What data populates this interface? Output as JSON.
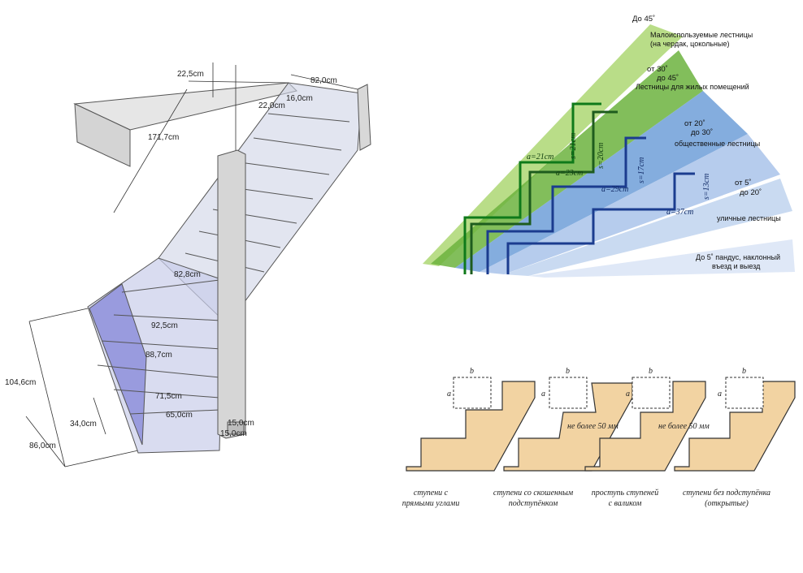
{
  "staircase": {
    "dimensions": {
      "top_offset": "22,5cm",
      "width_top": "82,0cm",
      "top_a": "22,0cm",
      "top_b": "16,0cm",
      "flight_length": "171,7cm",
      "w1": "82,8cm",
      "w2": "92,5cm",
      "w3": "88,7cm",
      "w4": "71,5cm",
      "w5": "65,0cm",
      "height_upper": "104,6cm",
      "height_step": "34,0cm",
      "height_lower": "86,0cm",
      "post_a": "15,0cm",
      "post_b": "15,0cm"
    }
  },
  "slopes": {
    "colors": {
      "green_dark": "#6cb33e",
      "green_light": "#a8d46a",
      "blue_dark": "#6f9fd8",
      "blue_light": "#c7d9f1",
      "line_green": "#0f7a1a",
      "line_blue": "#1b3c8f"
    },
    "bands": [
      {
        "range": "До 45˚",
        "desc1": "Малоиспользуемые лестницы",
        "desc2": "(на чердак, цокольные)"
      },
      {
        "range1": "от 30˚",
        "range2": "до 45˚",
        "desc": "Лестницы для жилых помещений"
      },
      {
        "range1": "от 20˚",
        "range2": "до 30˚",
        "desc": "общественные лестницы"
      },
      {
        "range1": "от 5˚",
        "range2": "до 20˚",
        "desc": "уличные лестницы"
      },
      {
        "desc1": "До 5˚ пандус, наклонный",
        "desc2": "въезд и выезд"
      }
    ],
    "labels": {
      "a21": "a=21cm",
      "s21": "s=21cm",
      "a23": "a=23cm",
      "s20": "s=20cm",
      "a29": "a=29cm",
      "s17": "s=17cm",
      "a37": "a=37cm",
      "s13": "s=13cm"
    }
  },
  "steps": {
    "wood_color": "#f2d3a2",
    "dim_a": "a",
    "dim_b": "b",
    "note": "не более 50 мм",
    "captions": [
      {
        "line1": "ступени с",
        "line2": "прямыми углами"
      },
      {
        "line1": "ступени со скошенным",
        "line2": "подступёнком"
      },
      {
        "line1": "проступь ступеней",
        "line2": "с валиком"
      },
      {
        "line1": "ступени без подступёнка",
        "line2": "(открытые)"
      }
    ]
  }
}
